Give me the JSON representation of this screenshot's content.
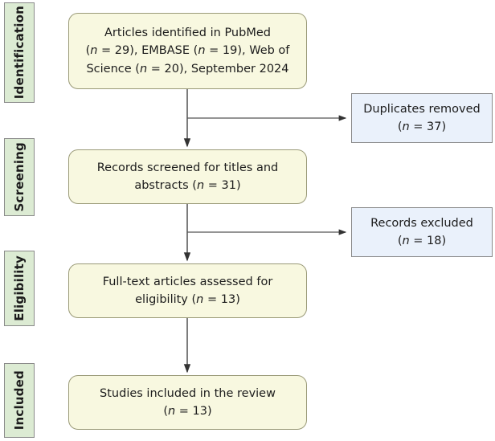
{
  "diagram": {
    "type": "prisma-flow-diagram",
    "colors": {
      "stage_fill": "#dcebd3",
      "process_fill": "#f8f8e0",
      "exclusion_fill": "#eaf1fb",
      "border": "#8a8a8a",
      "process_border": "#9a9a78",
      "connector": "#555555",
      "text": "#1c1c1c",
      "background": "#ffffff"
    },
    "stages": [
      {
        "label": "Identification"
      },
      {
        "label": "Screening"
      },
      {
        "label": "Eligibility"
      },
      {
        "label": "Included"
      }
    ],
    "process_boxes": [
      {
        "id": "identified",
        "line1": "Articles identified in PubMed",
        "line2_pre": "(",
        "line2_n": "n",
        "line2_post": " = 29), EMBASE (",
        "line2_n2": "n",
        "line2_post2": " = 19), Web of",
        "line3_pre": "Science (",
        "line3_n": "n",
        "line3_post": " = 20), September 2024",
        "counts": {
          "pubmed": 29,
          "embase": 19,
          "web_of_science": 20
        },
        "date": "September 2024"
      },
      {
        "id": "screened",
        "line1": "Records screened for titles and",
        "line2_pre": "abstracts (",
        "line2_n": "n",
        "line2_post": " = 31)",
        "count": 31
      },
      {
        "id": "full-text-assessed",
        "line1": "Full-text articles assessed for",
        "line2_pre": "eligibility (",
        "line2_n": "n",
        "line2_post": " = 13)",
        "count": 13
      },
      {
        "id": "included",
        "line1": "Studies included in the review",
        "line2_pre": "(",
        "line2_n": "n",
        "line2_post": " = 13)",
        "count": 13
      }
    ],
    "exclusion_boxes": [
      {
        "id": "duplicates-removed",
        "line1": "Duplicates removed",
        "line2_pre": "(",
        "line2_n": "n",
        "line2_post": " = 37)",
        "count": 37
      },
      {
        "id": "records-excluded",
        "line1": "Records excluded",
        "line2_pre": "(",
        "line2_n": "n",
        "line2_post": " = 18)",
        "count": 18
      }
    ]
  }
}
